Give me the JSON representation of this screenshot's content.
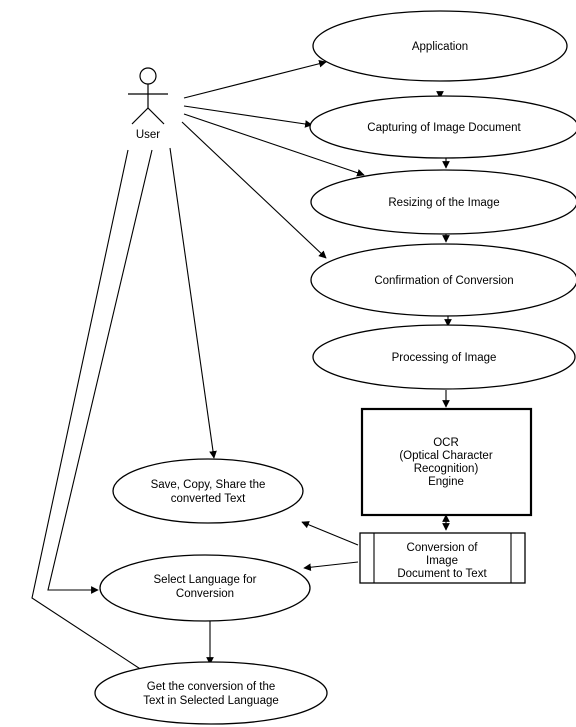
{
  "actor": {
    "label": "User"
  },
  "use_cases": {
    "application": "Application",
    "capturing": "Capturing of Image Document",
    "resizing": "Resizing of the Image",
    "confirmation": "Confirmation of Conversion",
    "processing": "Processing of Image",
    "save_line1": "Save, Copy, Share the",
    "save_line2": "converted Text",
    "select_line1": "Select Language for",
    "select_line2": "Conversion",
    "get_line1": "Get the conversion of the",
    "get_line2": "Text in Selected Language"
  },
  "ocr_engine": {
    "line1": "OCR",
    "line2": "(Optical Character",
    "line3": "Recognition)",
    "line4": "Engine"
  },
  "conversion_process": {
    "line1": "Conversion of",
    "line2": "Image",
    "line3": "Document to Text"
  }
}
